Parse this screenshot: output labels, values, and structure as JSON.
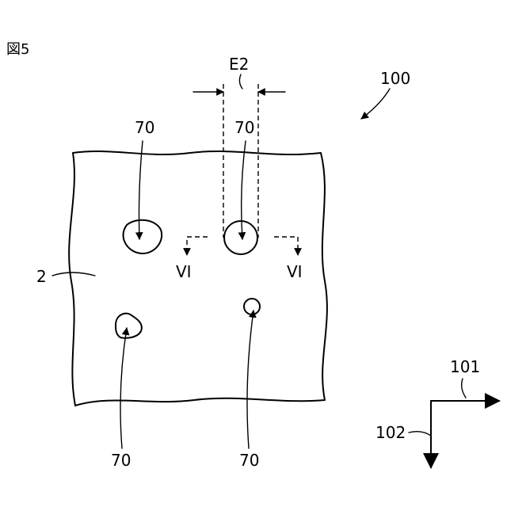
{
  "figure": {
    "label": "図5",
    "device_ref": "100",
    "plate_ref": "2",
    "width_label": "E2",
    "section_label": "VI",
    "defect_ref": "70",
    "dir1_ref": "101",
    "dir2_ref": "102"
  }
}
